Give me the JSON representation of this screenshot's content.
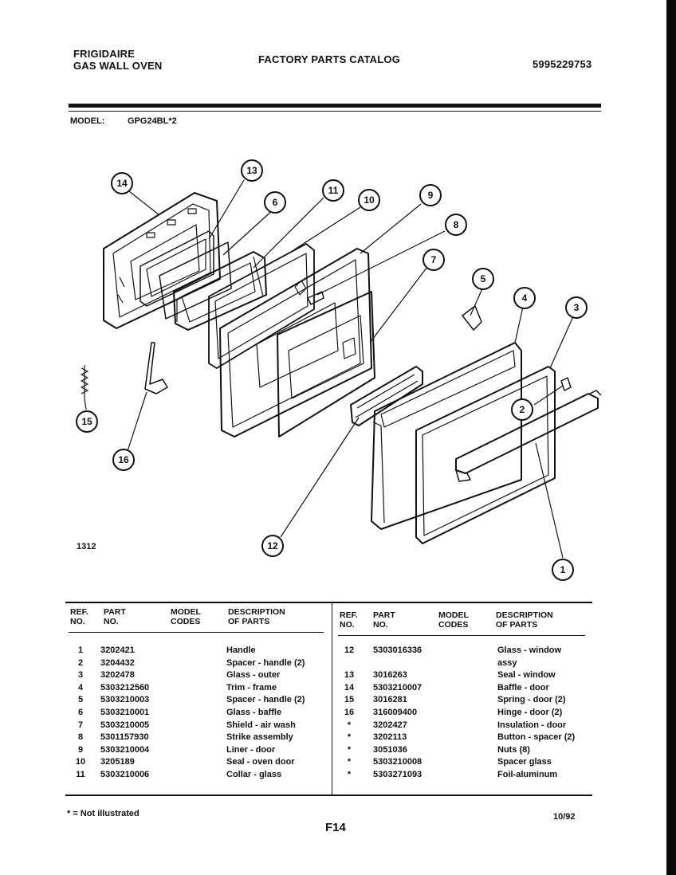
{
  "header": {
    "brand": "FRIGIDAIRE",
    "product": "GAS WALL OVEN",
    "catalog": "FACTORY PARTS CATALOG",
    "catalog_number": "5995229753"
  },
  "model": {
    "label": "MODEL:",
    "value": "GPG24BL*2"
  },
  "figure": {
    "number": "1312",
    "callouts": [
      "1",
      "2",
      "3",
      "4",
      "5",
      "6",
      "7",
      "8",
      "9",
      "10",
      "11",
      "12",
      "13",
      "14",
      "15",
      "16"
    ]
  },
  "table": {
    "headers": {
      "ref1": "REF.",
      "ref2": "NO.",
      "part1": "PART",
      "part2": "NO.",
      "model1": "MODEL",
      "model2": "CODES",
      "desc1": "DESCRIPTION",
      "desc2": "OF PARTS"
    },
    "left": [
      {
        "ref": "1",
        "part": "3202421",
        "desc": "Handle"
      },
      {
        "ref": "2",
        "part": "3204432",
        "desc": "Spacer - handle (2)"
      },
      {
        "ref": "3",
        "part": "3202478",
        "desc": "Glass - outer"
      },
      {
        "ref": "4",
        "part": "5303212560",
        "desc": "Trim - frame"
      },
      {
        "ref": "5",
        "part": "5303210003",
        "desc": "Spacer - handle (2)"
      },
      {
        "ref": "6",
        "part": "5303210001",
        "desc": "Glass - baffle"
      },
      {
        "ref": "7",
        "part": "5303210005",
        "desc": "Shield - air wash"
      },
      {
        "ref": "8",
        "part": "5301157930",
        "desc": "Strike assembly"
      },
      {
        "ref": "9",
        "part": "5303210004",
        "desc": "Liner - door"
      },
      {
        "ref": "10",
        "part": "3205189",
        "desc": "Seal - oven door"
      },
      {
        "ref": "11",
        "part": "5303210006",
        "desc": "Collar - glass"
      }
    ],
    "right": [
      {
        "ref": "12",
        "part": "5303016336",
        "desc": "Glass - window"
      },
      {
        "ref": "",
        "part": "",
        "desc": "assy"
      },
      {
        "ref": "13",
        "part": "3016263",
        "desc": "Seal - window"
      },
      {
        "ref": "14",
        "part": "5303210007",
        "desc": "Baffle - door"
      },
      {
        "ref": "15",
        "part": "3016281",
        "desc": "Spring - door (2)"
      },
      {
        "ref": "16",
        "part": "316009400",
        "desc": "Hinge - door (2)"
      },
      {
        "ref": "*",
        "part": "3202427",
        "desc": "Insulation - door"
      },
      {
        "ref": "*",
        "part": "3202113",
        "desc": "Button - spacer (2)"
      },
      {
        "ref": "*",
        "part": "3051036",
        "desc": "Nuts (8)"
      },
      {
        "ref": "*",
        "part": "5303210008",
        "desc": "Spacer glass"
      },
      {
        "ref": "*",
        "part": "5303271093",
        "desc": "Foil-aluminum"
      }
    ]
  },
  "footer": {
    "note": "* = Not illustrated",
    "page": "F14",
    "date": "10/92"
  }
}
